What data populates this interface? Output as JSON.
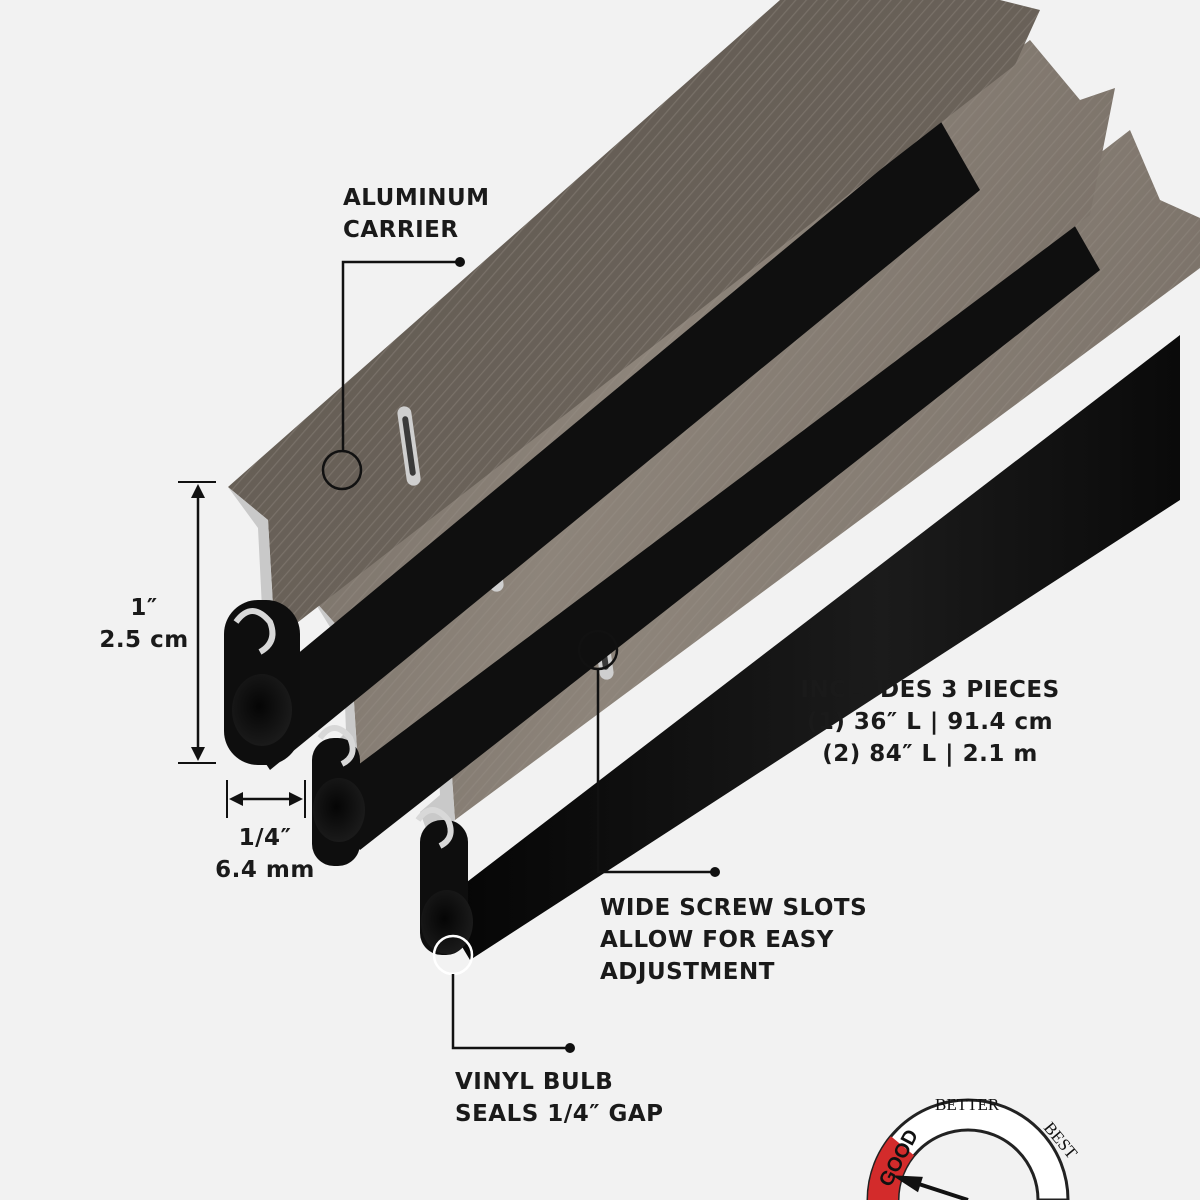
{
  "callouts": {
    "carrier": [
      "ALUMINUM",
      "CARRIER"
    ],
    "slots": [
      "WIDE SCREW SLOTS",
      "ALLOW FOR EASY",
      "ADJUSTMENT"
    ],
    "bulb": [
      "VINYL BULB",
      "SEALS 1/4″ GAP"
    ]
  },
  "dimensions": {
    "height": [
      "1″",
      "2.5 cm"
    ],
    "width": [
      "1/4″",
      "6.4 mm"
    ]
  },
  "includes": {
    "title": "INCLUDES 3 PIECES",
    "items": [
      "(1) 36″ L | 91.4 cm",
      "(2) 84″ L | 2.1 m"
    ]
  },
  "rating_meter": {
    "levels": [
      "GOOD",
      "BETTER",
      "BEST"
    ],
    "selected_level": "GOOD",
    "needle_fraction": 0.1
  },
  "colors": {
    "background": "#f2f2f2",
    "aluminum": "#857c73",
    "vinyl": "#111111",
    "meter_red": "#d32b2b"
  }
}
